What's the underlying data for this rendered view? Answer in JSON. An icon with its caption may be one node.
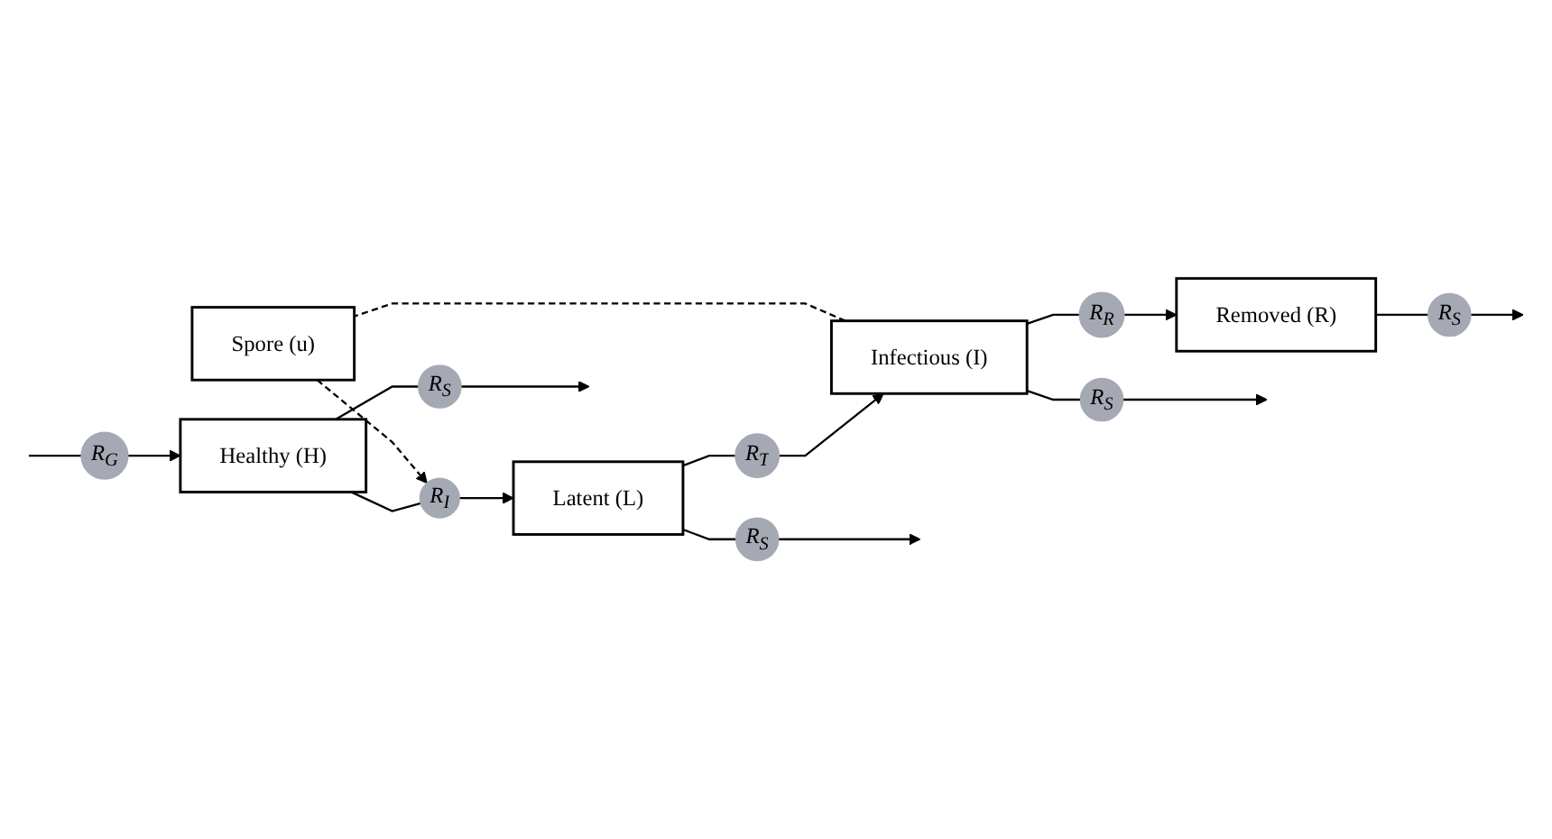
{
  "diagram": {
    "nodes": [
      {
        "text": [
          "Spore (u)"
        ]
      },
      {
        "text": [
          "R$_{G}$"
        ]
      },
      {
        "text": [
          "Healthy (H)"
        ]
      },
      {
        "text": [
          "R$_{I}$"
        ]
      },
      {
        "text": [
          "Latent (L)"
        ]
      },
      {
        "text": [
          "R$_{T}$"
        ]
      },
      {
        "text": [
          "Infectious (I)"
        ]
      },
      {
        "text": [
          "R$_{R}$"
        ]
      },
      {
        "text": [
          "Removed (R)"
        ]
      },
      {
        "text": [
          "R$_{S}$"
        ]
      },
      {
        "text": [
          "R$_{S}$"
        ]
      },
      {
        "text": [
          "R$_{S}$"
        ]
      },
      {
        "text": [
          "R$_{S}$"
        ]
      }
    ],
    "edges": [
      {
        "from": null,
        "to": 1,
        "arrow": "none"
      },
      {
        "from": 1,
        "to": 2,
        "arrow": "to"
      },
      {
        "from": 2,
        "to": 3,
        "arrow": "none"
      },
      {
        "from": 3,
        "to": 4,
        "arrow": "to"
      },
      {
        "from": 0,
        "to": 3,
        "arrow": "to",
        "style": "dashed"
      },
      {
        "from": 6,
        "to": 0,
        "arrow": "none",
        "style": "dashed"
      },
      {
        "from": 4,
        "to": 5,
        "arrow": "none"
      },
      {
        "from": 5,
        "to": 6,
        "arrow": "to"
      },
      {
        "from": 6,
        "to": 7,
        "arrow": "none"
      },
      {
        "from": 7,
        "to": 8,
        "arrow": "to"
      },
      {
        "from": 2,
        "to": 9,
        "arrow": "none"
      },
      {
        "from": 9,
        "to": null,
        "arrow": "to"
      },
      {
        "from": 4,
        "to": 10,
        "arrow": "none"
      },
      {
        "from": 10,
        "to": null,
        "arrow": "to"
      },
      {
        "from": 6,
        "to": 11,
        "arrow": "none"
      },
      {
        "from": 11,
        "to": null,
        "arrow": "to"
      },
      {
        "from": 8,
        "to": 12,
        "arrow": "none"
      },
      {
        "from": 12,
        "to": null,
        "arrow": "to"
      }
    ]
  }
}
